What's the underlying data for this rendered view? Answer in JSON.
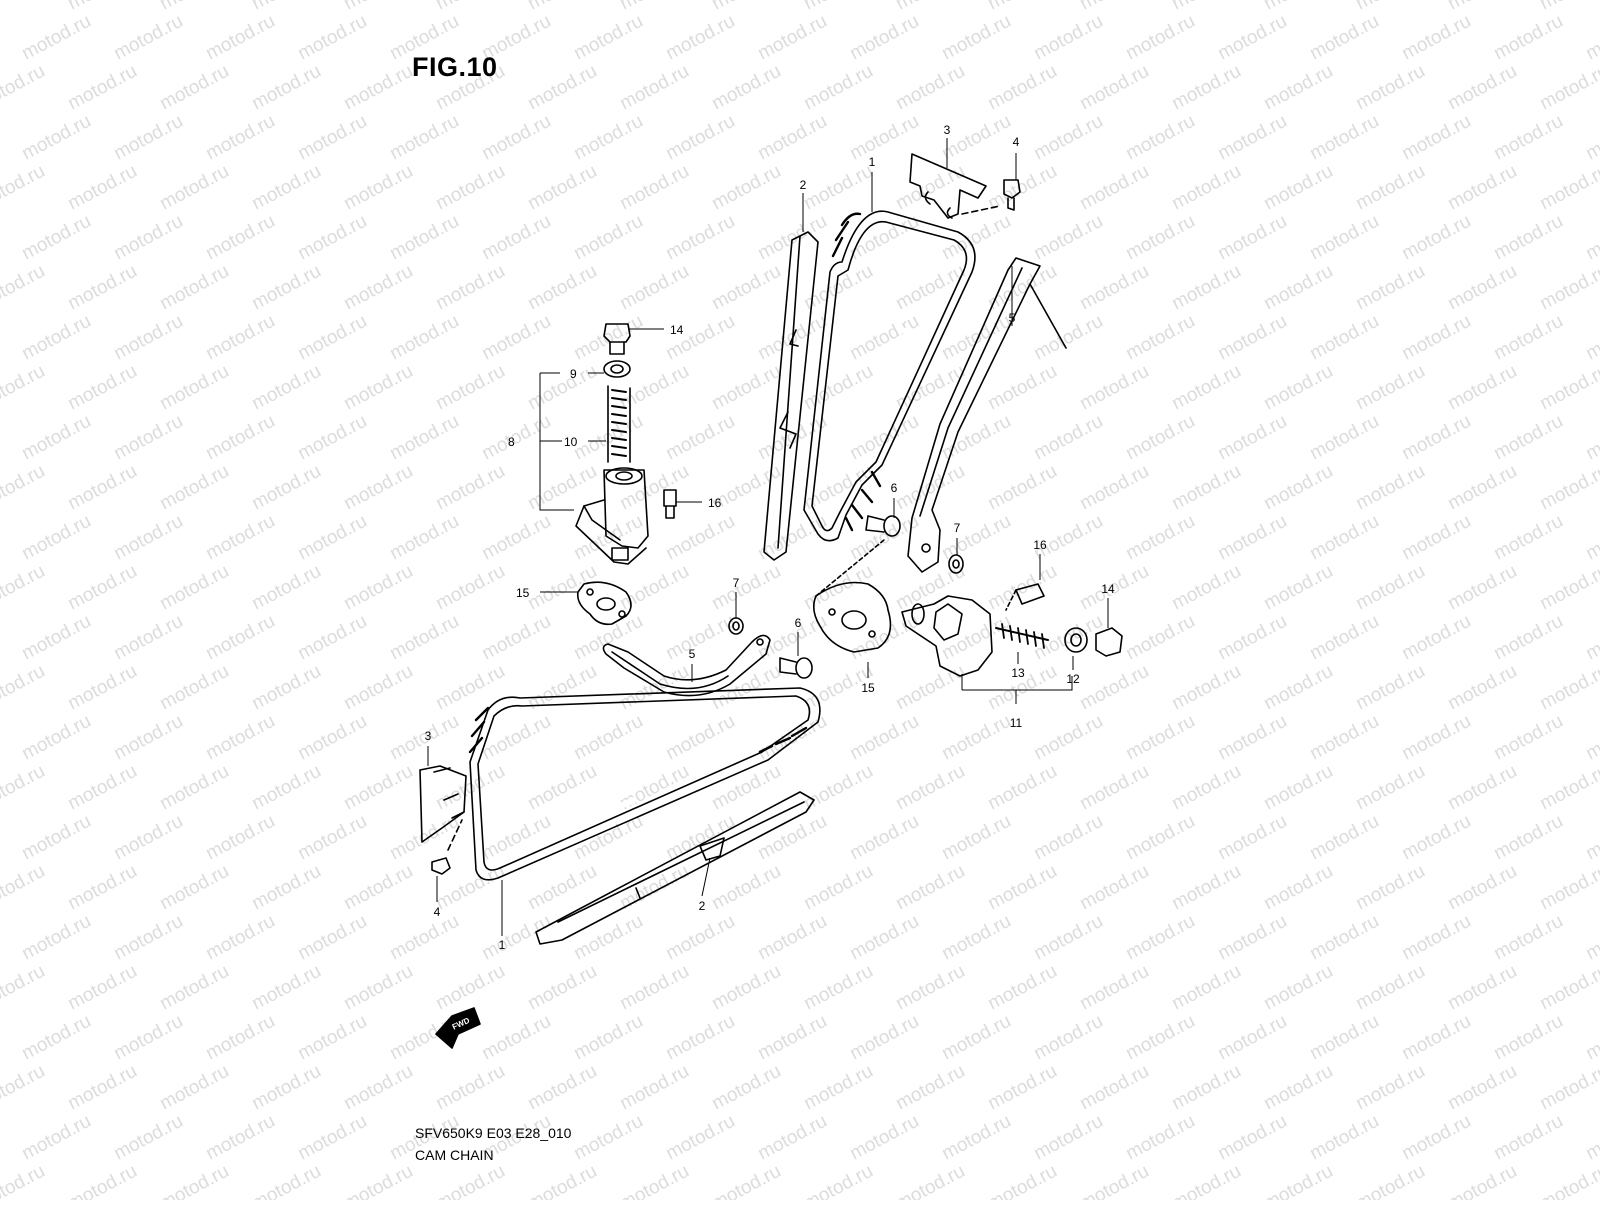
{
  "figure": {
    "title": "FIG.10",
    "model_code": "SFV650K9 E03 E28_010",
    "diagram_name": "CAM CHAIN",
    "watermark": "motod.ru",
    "direction_label": "FWD"
  },
  "callouts": [
    {
      "id": "c1a",
      "label": "1"
    },
    {
      "id": "c2a",
      "label": "2"
    },
    {
      "id": "c3a",
      "label": "3"
    },
    {
      "id": "c4a",
      "label": "4"
    },
    {
      "id": "c5a",
      "label": "5"
    },
    {
      "id": "c6a",
      "label": "6"
    },
    {
      "id": "c7a",
      "label": "7"
    },
    {
      "id": "c14a",
      "label": "14"
    },
    {
      "id": "c9",
      "label": "9"
    },
    {
      "id": "c8",
      "label": "8"
    },
    {
      "id": "c10",
      "label": "10"
    },
    {
      "id": "c16a",
      "label": "16"
    },
    {
      "id": "c15a",
      "label": "15"
    },
    {
      "id": "c16b",
      "label": "16"
    },
    {
      "id": "c14b",
      "label": "14"
    },
    {
      "id": "c7b",
      "label": "7"
    },
    {
      "id": "c5b",
      "label": "5"
    },
    {
      "id": "c6b",
      "label": "6"
    },
    {
      "id": "c15b",
      "label": "15"
    },
    {
      "id": "c13",
      "label": "13"
    },
    {
      "id": "c12",
      "label": "12"
    },
    {
      "id": "c11",
      "label": "11"
    },
    {
      "id": "c3b",
      "label": "3"
    },
    {
      "id": "c4b",
      "label": "4"
    },
    {
      "id": "c1b",
      "label": "1"
    },
    {
      "id": "c2b",
      "label": "2"
    }
  ]
}
